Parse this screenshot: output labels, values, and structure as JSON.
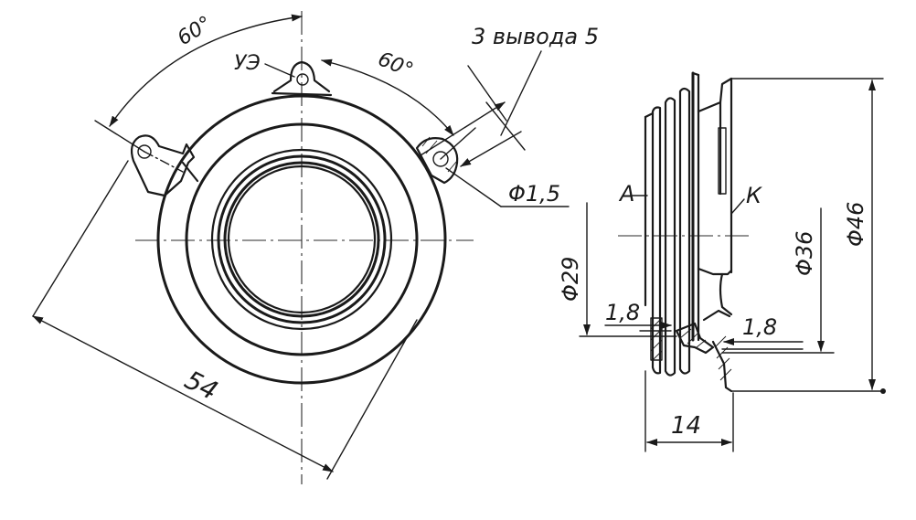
{
  "views": {
    "front": {
      "angle_left": "60°",
      "angle_right": "60°",
      "gate_label": "УЭ",
      "leads_label": "3 вывода 5",
      "hole_dia": "Φ1,5",
      "span": "54"
    },
    "side": {
      "anode_label": "А",
      "cathode_label": "К",
      "dia_outer": "Φ46",
      "dia_mid": "Φ36",
      "dia_inner": "Φ29",
      "thickness_a": "1,8",
      "thickness_k": "1,8",
      "height": "14"
    }
  },
  "colors": {
    "ink": "#1a1a1a",
    "paper": "#ffffff"
  }
}
